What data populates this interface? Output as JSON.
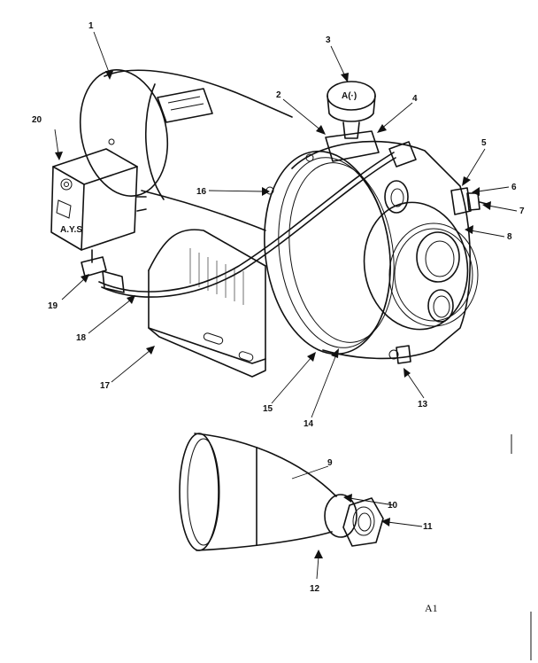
{
  "diagram": {
    "figure_label": "A1",
    "callouts": [
      "1",
      "2",
      "3",
      "4",
      "5",
      "6",
      "7",
      "8",
      "9",
      "10",
      "11",
      "12",
      "13",
      "14",
      "15",
      "16",
      "17",
      "18",
      "19",
      "20"
    ],
    "gauge_face_text": "A(·)",
    "nameplate_text": "",
    "switch_label": "A.Y.S"
  }
}
